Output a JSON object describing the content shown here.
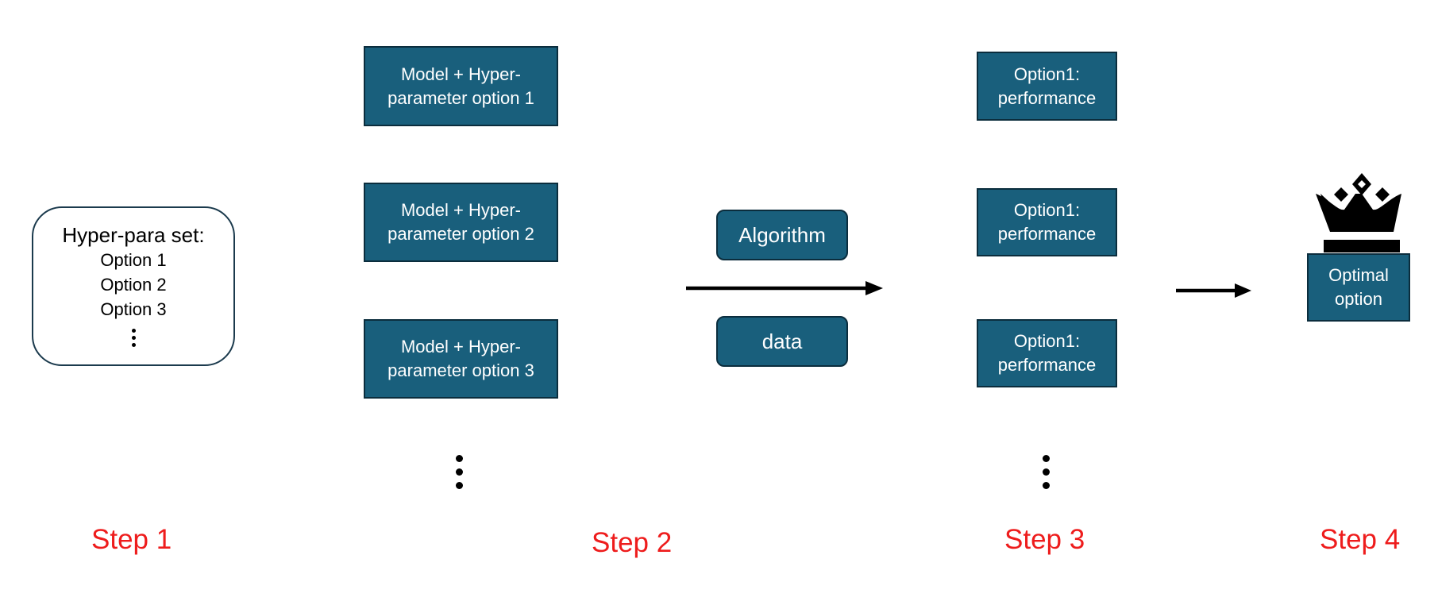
{
  "step1": {
    "hyper_set": {
      "title": "Hyper-para set:",
      "options": [
        "Option 1",
        "Option 2",
        "Option 3"
      ]
    },
    "label": "Step 1"
  },
  "step2": {
    "models": [
      "Model + Hyper-\nparameter option 1",
      "Model + Hyper-\nparameter option 2",
      "Model + Hyper-\nparameter option 3"
    ],
    "inputs": [
      "Algorithm",
      "data"
    ],
    "label": "Step 2"
  },
  "step3": {
    "results": [
      "Option1:\nperformance",
      "Option1:\nperformance",
      "Option1:\nperformance"
    ],
    "label": "Step 3"
  },
  "step4": {
    "optimal": "Optimal\noption",
    "label": "Step 4"
  },
  "colors": {
    "box_fill": "#195f7c",
    "box_border": "#0b2d3d",
    "step_label": "#ee1c1c"
  }
}
